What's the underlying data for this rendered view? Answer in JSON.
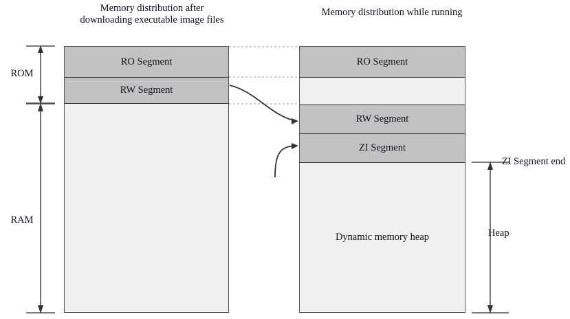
{
  "diagram": {
    "titles": {
      "left": "Memory distribution after downloading executable image files",
      "right": "Memory distribution while running"
    },
    "left_column": {
      "name": "image-layout",
      "segments": [
        {
          "label": "RO Segment",
          "fill": "#c2c2c2"
        },
        {
          "label": "RW Segment",
          "fill": "#c2c2c2"
        },
        {
          "label": "",
          "fill": "#f0f0f0"
        }
      ]
    },
    "right_column": {
      "name": "runtime-layout",
      "segments": [
        {
          "label": "RO Segment",
          "fill": "#c2c2c2"
        },
        {
          "label": "",
          "fill": "#f0f0f0"
        },
        {
          "label": "RW Segment",
          "fill": "#c2c2c2"
        },
        {
          "label": "ZI Segment",
          "fill": "#c2c2c2"
        },
        {
          "label": "Dynamic memory heap",
          "fill": "#f0f0f0"
        }
      ]
    },
    "brackets": {
      "rom": "ROM",
      "ram": "RAM",
      "zi_segment_end": "ZI Segment end",
      "heap": "Heap"
    },
    "colors": {
      "segment_fill": "#c2c2c2",
      "free_fill": "#f0f0f0",
      "border": "#555555",
      "text": "#101020",
      "connector": "#b9b9b9",
      "arrow": "#333333"
    }
  }
}
